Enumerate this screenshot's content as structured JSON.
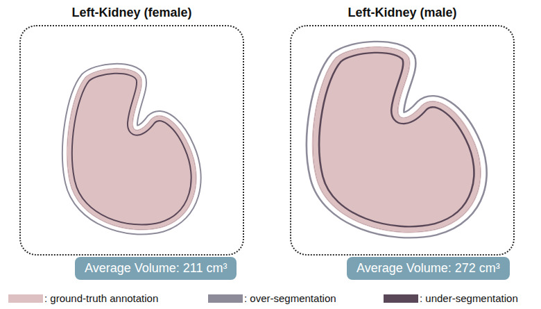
{
  "diagram": {
    "nodes": [
      {
        "text": [
          "Left-Kidney (female)"
        ]
      },
      {
        "text": [
          "Average Volume: 211 cm³"
        ]
      },
      {
        "text": [
          "Left-Kidney (male)"
        ]
      },
      {
        "text": [
          "Average Volume: 272 cm³"
        ]
      }
    ],
    "legend": [
      {
        "text": ": ground-truth annotation",
        "color": "#dcc0c2"
      },
      {
        "text": ": over-segmentation",
        "color": "#8d8a99"
      },
      {
        "text": ": under-segmentation",
        "color": "#5a4858"
      }
    ]
  }
}
